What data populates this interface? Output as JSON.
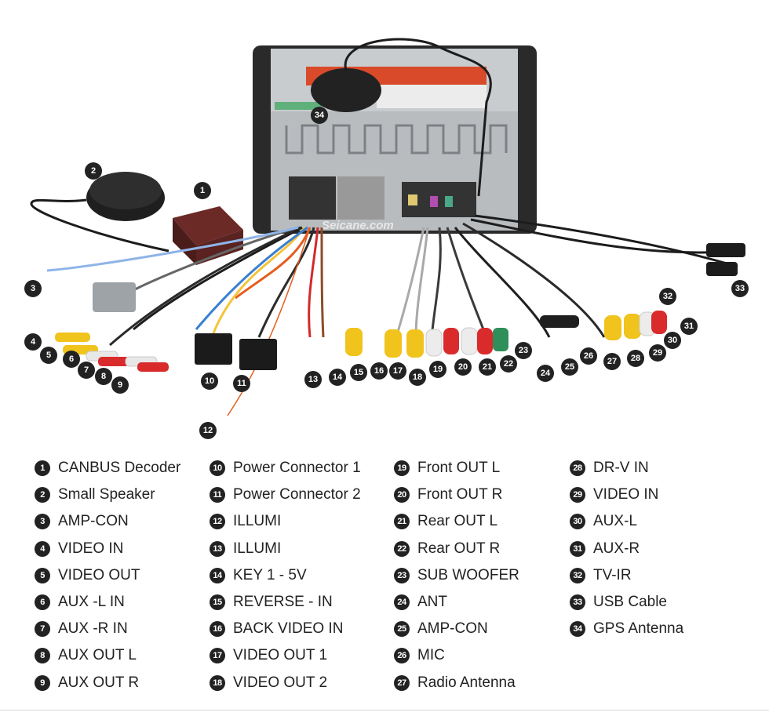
{
  "watermark": "Seicane.com",
  "legend": {
    "col1": [
      {
        "num": "1",
        "label": "CANBUS Decoder"
      },
      {
        "num": "2",
        "label": "Small Speaker"
      },
      {
        "num": "3",
        "label": "AMP-CON"
      },
      {
        "num": "4",
        "label": "VIDEO IN"
      },
      {
        "num": "5",
        "label": "VIDEO OUT"
      },
      {
        "num": "6",
        "label": "AUX -L IN"
      },
      {
        "num": "7",
        "label": "AUX -R IN"
      },
      {
        "num": "8",
        "label": "AUX OUT L"
      },
      {
        "num": "9",
        "label": "AUX OUT R"
      }
    ],
    "col2": [
      {
        "num": "10",
        "label": "Power Connector 1"
      },
      {
        "num": "11",
        "label": "Power Connector 2"
      },
      {
        "num": "12",
        "label": "ILLUMI"
      },
      {
        "num": "13",
        "label": "ILLUMI"
      },
      {
        "num": "14",
        "label": "KEY 1 - 5V"
      },
      {
        "num": "15",
        "label": "REVERSE - IN"
      },
      {
        "num": "16",
        "label": "BACK VIDEO IN"
      },
      {
        "num": "17",
        "label": "VIDEO OUT 1"
      },
      {
        "num": "18",
        "label": "VIDEO OUT 2"
      }
    ],
    "col3": [
      {
        "num": "19",
        "label": "Front OUT L"
      },
      {
        "num": "20",
        "label": "Front OUT R"
      },
      {
        "num": "21",
        "label": "Rear OUT L"
      },
      {
        "num": "22",
        "label": "Rear OUT R"
      },
      {
        "num": "23",
        "label": "SUB WOOFER"
      },
      {
        "num": "24",
        "label": "ANT"
      },
      {
        "num": "25",
        "label": "AMP-CON"
      },
      {
        "num": "26",
        "label": "MIC"
      },
      {
        "num": "27",
        "label": "Radio Antenna"
      }
    ],
    "col4": [
      {
        "num": "28",
        "label": "DR-V IN"
      },
      {
        "num": "29",
        "label": "VIDEO IN"
      },
      {
        "num": "30",
        "label": "AUX-L"
      },
      {
        "num": "31",
        "label": "AUX-R"
      },
      {
        "num": "32",
        "label": "TV-IR"
      },
      {
        "num": "33",
        "label": "USB Cable"
      },
      {
        "num": "34",
        "label": "GPS Antenna"
      }
    ]
  },
  "callouts": [
    "1",
    "2",
    "3",
    "4",
    "5",
    "6",
    "7",
    "8",
    "9",
    "10",
    "11",
    "12",
    "13",
    "14",
    "15",
    "16",
    "17",
    "18",
    "19",
    "20",
    "21",
    "22",
    "23",
    "24",
    "25",
    "26",
    "27",
    "28",
    "29",
    "30",
    "31",
    "32",
    "33",
    "34"
  ]
}
